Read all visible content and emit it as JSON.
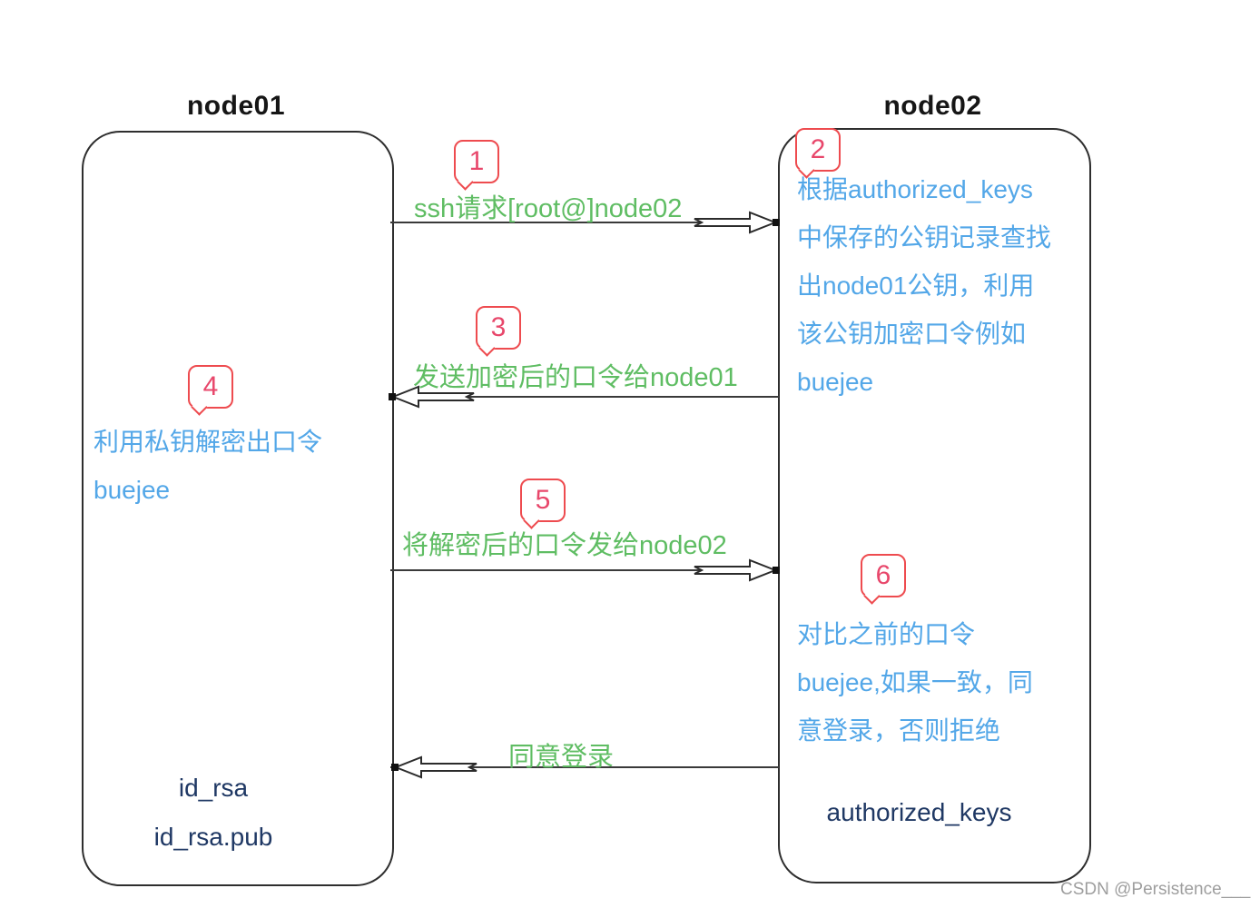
{
  "colors": {
    "green": "#5fbd63",
    "blue": "#53a7e8",
    "red": "#ee4b4f",
    "navy": "#1f3864",
    "line": "#3a3a3a",
    "watermark_gray": "#9e9e9e"
  },
  "node01": {
    "title": "node01",
    "step4": {
      "number": "4",
      "lines": [
        "利用私钥解密出口令",
        "buejee"
      ]
    },
    "files": [
      "id_rsa",
      "id_rsa.pub"
    ]
  },
  "node02": {
    "title": "node02",
    "step2": {
      "number": "2",
      "lines": [
        "根据authorized_keys",
        "中保存的公钥记录查找",
        "出node01公钥，利用",
        "该公钥加密口令例如",
        "buejee"
      ]
    },
    "step6": {
      "number": "6",
      "lines": [
        "对比之前的口令",
        "buejee,如果一致，同",
        "意登录，否则拒绝"
      ]
    },
    "file": "authorized_keys"
  },
  "arrows": [
    {
      "step": "1",
      "label": "ssh请求[root@]node02",
      "direction": "right"
    },
    {
      "step": "3",
      "label": "发送加密后的口令给node01",
      "direction": "left"
    },
    {
      "step": "5",
      "label": "将解密后的口令发给node02",
      "direction": "right"
    },
    {
      "step": "",
      "label": "同意登录",
      "direction": "left"
    }
  ],
  "watermark": "CSDN @Persistence___"
}
